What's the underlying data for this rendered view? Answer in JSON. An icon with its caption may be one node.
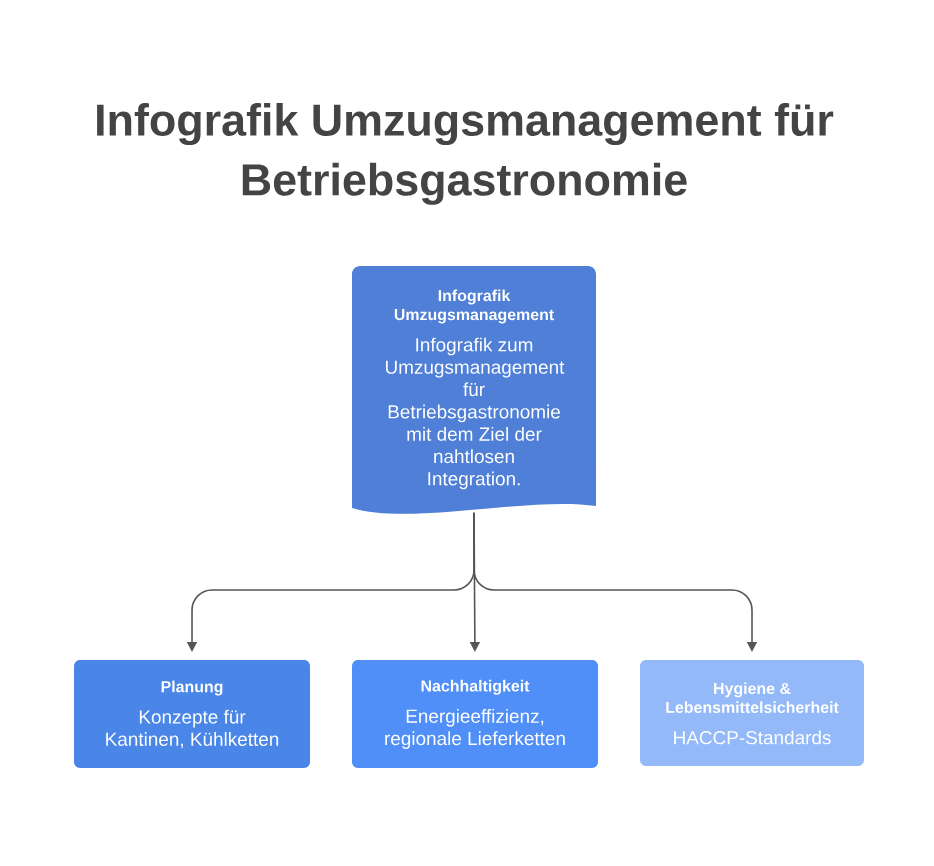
{
  "diagram": {
    "title": "Infografik Umzugsmanagement für Betriebsgastronomie",
    "nodes": [
      {
        "text": [
          "Infografik Umzugsmanagement",
          "Infografik zum Umzugsmanagement für Betriebsgastronomie mit dem Ziel der nahtlosen Integration."
        ]
      },
      {
        "text": [
          "Planung",
          "Konzepte für Kantinen, Kühlketten"
        ]
      },
      {
        "text": [
          "Nachhaltigkeit",
          "Energieeffizienz, regionale Lieferketten"
        ]
      },
      {
        "text": [
          "Hygiene & Lebensmittelsicherheit",
          "HACCP-Standards"
        ]
      }
    ],
    "edges": [
      {
        "from": 0,
        "to": 1,
        "arrow": "to"
      },
      {
        "from": 0,
        "to": 2,
        "arrow": "to"
      },
      {
        "from": 0,
        "to": 3,
        "arrow": "to"
      }
    ]
  }
}
